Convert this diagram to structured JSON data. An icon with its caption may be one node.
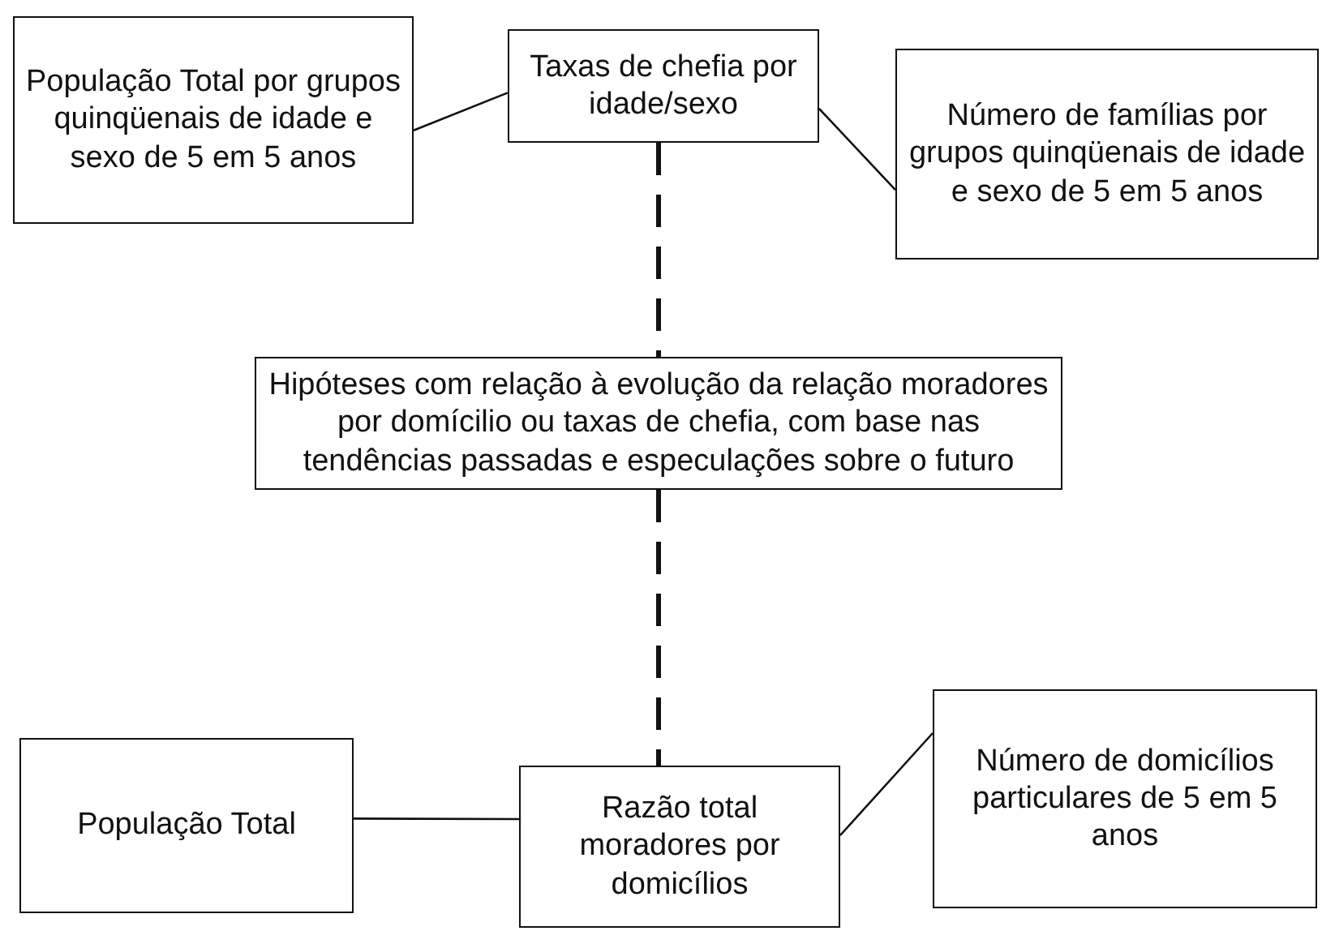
{
  "diagram": {
    "nodes": [
      {
        "text": [
          "População Total por grupos quinqüenais de idade e sexo de 5 em 5 anos"
        ]
      },
      {
        "text": [
          "Taxas de chefia por idade/sexo"
        ]
      },
      {
        "text": [
          "Número de famílias por grupos quinqüenais de idade e sexo de 5 em 5 anos"
        ]
      },
      {
        "text": [
          "Hipóteses com relação à evolução da relação moradores por domícilio ou taxas de chefia, com base nas tendências passadas e especulações sobre o futuro"
        ]
      },
      {
        "text": [
          "População Total"
        ]
      },
      {
        "text": [
          "Razão total moradores por domicílios"
        ]
      },
      {
        "text": [
          "Número de domicílios particulares de 5 em 5 anos"
        ]
      }
    ],
    "edges": [
      {
        "from": 0,
        "to": 1,
        "arrow": "none"
      },
      {
        "from": 1,
        "to": 2,
        "arrow": "none"
      },
      {
        "from": 1,
        "to": 3,
        "arrow": "none",
        "style": "dashed"
      },
      {
        "from": 3,
        "to": 5,
        "arrow": "none",
        "style": "dashed"
      },
      {
        "from": 4,
        "to": 5,
        "arrow": "none"
      },
      {
        "from": 5,
        "to": 6,
        "arrow": "none"
      }
    ]
  }
}
